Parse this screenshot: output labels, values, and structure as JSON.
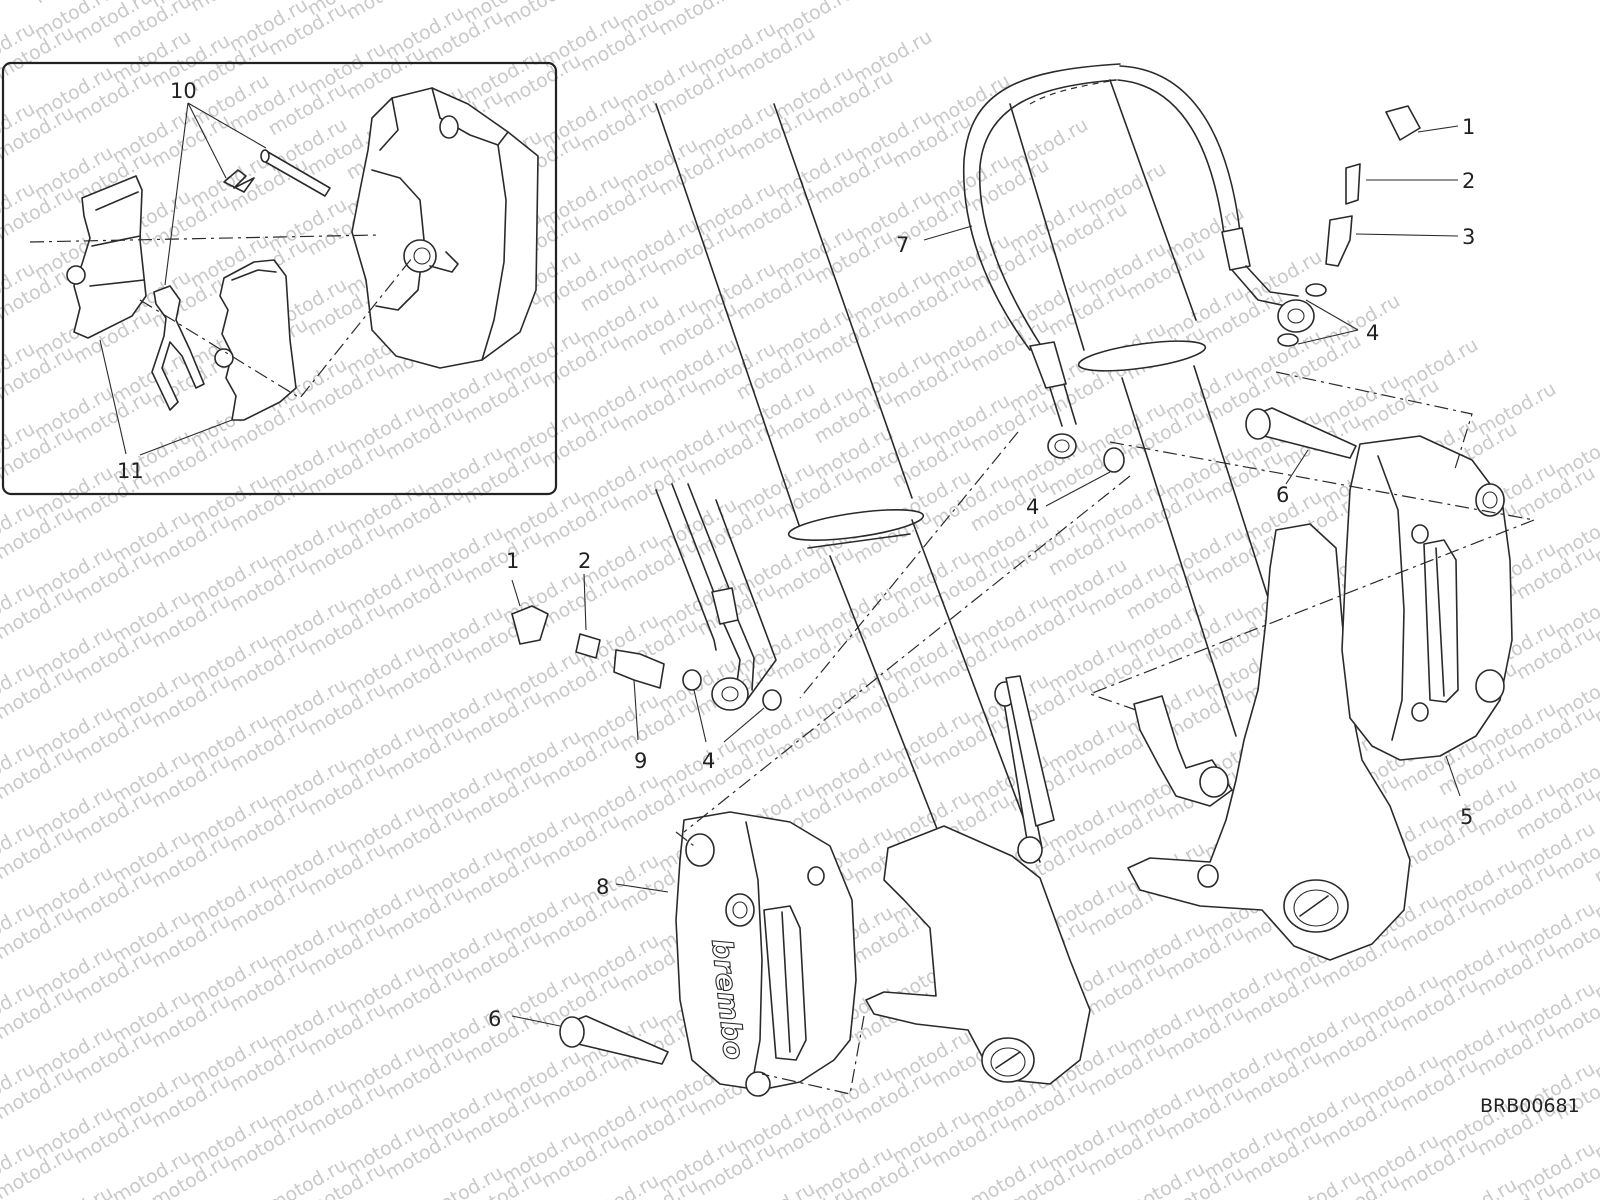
{
  "diagram": {
    "drawing_code": "BRB00681",
    "watermark": "motod.ru",
    "inset_labels": [
      {
        "id": "inset-10",
        "text": "10"
      },
      {
        "id": "inset-11",
        "text": "11"
      }
    ],
    "main_labels": [
      {
        "id": "label-1-right",
        "text": "1"
      },
      {
        "id": "label-2-right",
        "text": "2"
      },
      {
        "id": "label-3-right",
        "text": "3"
      },
      {
        "id": "label-4-right",
        "text": "4"
      },
      {
        "id": "label-7",
        "text": "7"
      },
      {
        "id": "label-4-mid",
        "text": "4"
      },
      {
        "id": "label-6-right",
        "text": "6"
      },
      {
        "id": "label-5",
        "text": "5"
      },
      {
        "id": "label-1-left",
        "text": "1"
      },
      {
        "id": "label-2-left",
        "text": "2"
      },
      {
        "id": "label-9",
        "text": "9"
      },
      {
        "id": "label-4-left",
        "text": "4"
      },
      {
        "id": "label-8",
        "text": "8"
      },
      {
        "id": "label-6-left",
        "text": "6"
      }
    ],
    "caliper_brand": "brembo"
  }
}
